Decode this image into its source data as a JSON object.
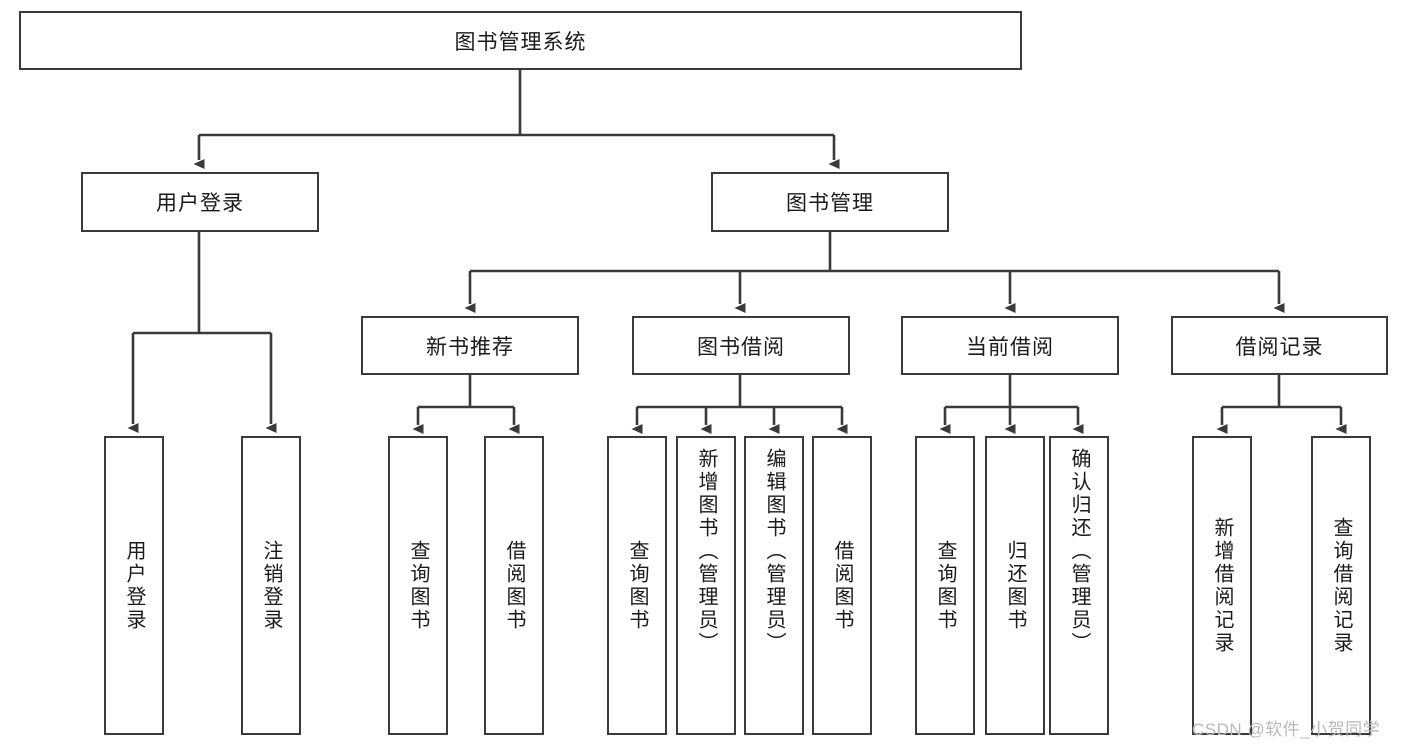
{
  "diagram": {
    "title": "图书管理系统",
    "type": "tree-hierarchy-diagram",
    "root": {
      "label": "图书管理系统"
    },
    "level2": [
      {
        "label": "用户登录"
      },
      {
        "label": "图书管理"
      }
    ],
    "level3": [
      {
        "label": "新书推荐"
      },
      {
        "label": "图书借阅"
      },
      {
        "label": "当前借阅"
      },
      {
        "label": "借阅记录"
      }
    ],
    "leaves": {
      "user_login": [
        {
          "label": "用户登录"
        },
        {
          "label": "注销登录"
        }
      ],
      "new_book_recommend": [
        {
          "label": "查询图书"
        },
        {
          "label": "借阅图书"
        }
      ],
      "book_borrow": [
        {
          "label": "查询图书"
        },
        {
          "label": "新增图书（管理员）"
        },
        {
          "label": "编辑图书（管理员）"
        },
        {
          "label": "借阅图书"
        }
      ],
      "current_borrow": [
        {
          "label": "查询图书"
        },
        {
          "label": "归还图书"
        },
        {
          "label": "确认归还（管理员）"
        }
      ],
      "borrow_record": [
        {
          "label": "新增借阅记录"
        },
        {
          "label": "查询借阅记录"
        }
      ]
    }
  },
  "watermark": {
    "text": "CSDN @软件_小贺同学"
  },
  "colors": {
    "stroke": "#3a3a3a",
    "fill": "#ffffff",
    "text": "#1a1a1a",
    "watermark": "#b9b9b9"
  }
}
